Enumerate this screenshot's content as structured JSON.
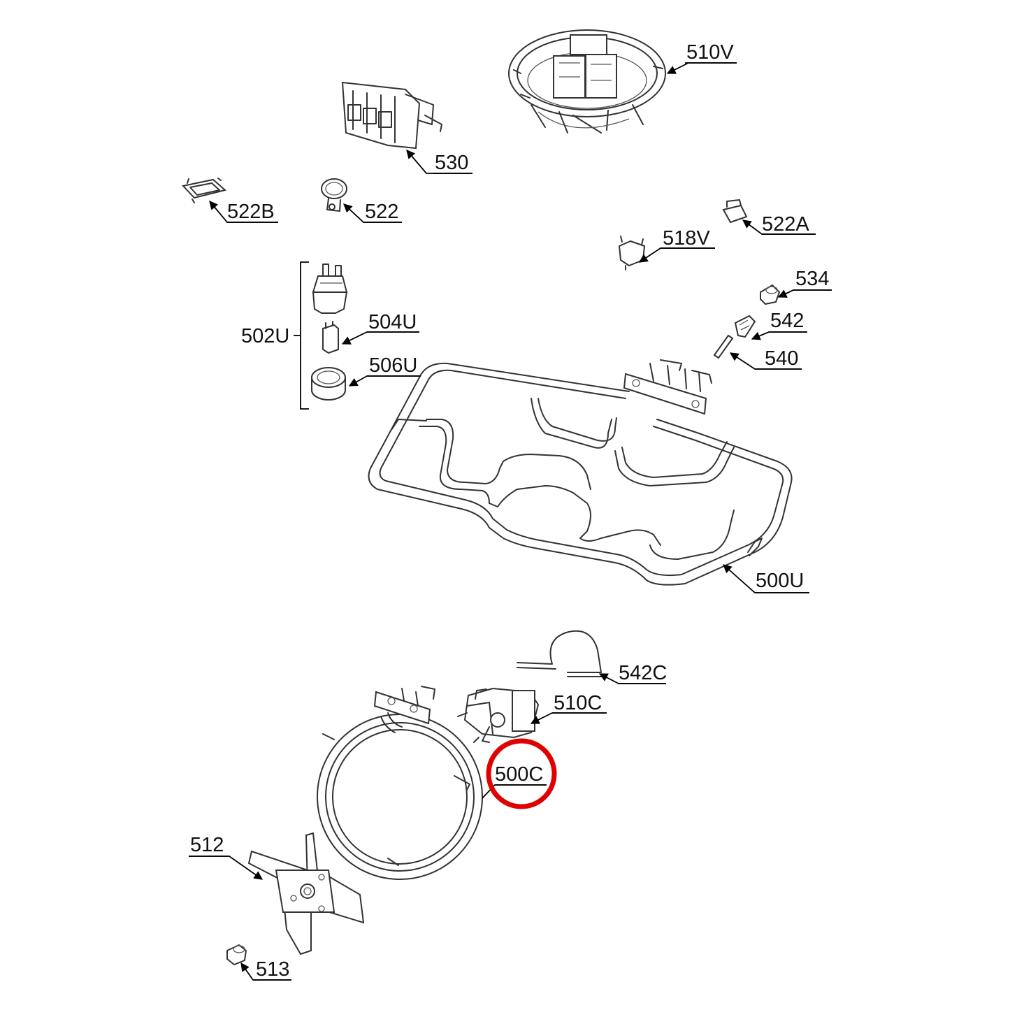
{
  "labels": {
    "p510V": "510V",
    "p530": "530",
    "p522B": "522B",
    "p522": "522",
    "p522A": "522A",
    "p518V": "518V",
    "p534": "534",
    "p542": "542",
    "p540": "540",
    "p502U": "502U",
    "p504U": "504U",
    "p506U": "506U",
    "p500U": "500U",
    "p542C": "542C",
    "p510C": "510C",
    "p500C": "500C",
    "p512": "512",
    "p513": "513"
  },
  "highlight": {
    "part": "500C",
    "color": "#e00000"
  },
  "colors": {
    "line": "#333333",
    "background": "#ffffff"
  }
}
